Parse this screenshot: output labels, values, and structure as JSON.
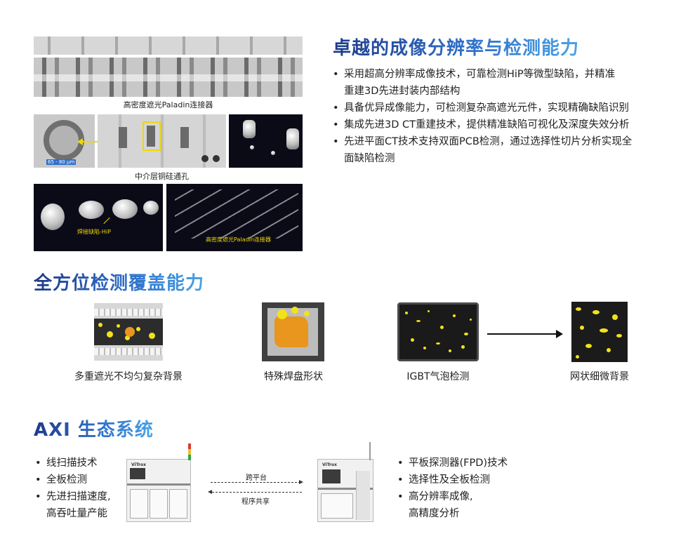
{
  "section1": {
    "title": "卓越的成像分辨率与检测能力",
    "bullets": [
      "采用超高分辨率成像技术，可靠检测HiP等微型缺陷，并精准重建3D先进封装内部结构",
      "具备优异成像能力，可检测复杂高遮光元件，实现精确缺陷识别",
      "集成先进3D CT重建技术，提供精准缺陷可视化及深度失效分析",
      "先进平面CT技术支持双面PCB检测，通过选择性切片分析实现全面缺陷检测"
    ],
    "bullet1_line1": "采用超高分辨率成像技术，可靠检测HiP等微型缺陷，并精准",
    "bullet1_line2": "重建3D先进封装内部结构",
    "bullet4_line1": "先进平面CT技术支持双面PCB检测，通过选择性切片分析实现全",
    "bullet4_line2": "面缺陷检测",
    "captions": {
      "connector": "高密度遮光Paladin连接器",
      "tsv": "中介层铜硅通孔",
      "hip_label": "焊接缺陷-HiP",
      "connector_dark": "高密度遮光Paladin连接器",
      "ring_scale": "65 - 80 μm"
    }
  },
  "section2": {
    "title": "全方位检测覆盖能力",
    "items": [
      {
        "label": "多重遮光不均匀复杂背景"
      },
      {
        "label": "特殊焊盘形状"
      },
      {
        "label": "IGBT气泡检测"
      },
      {
        "label": "网状细微背景"
      }
    ]
  },
  "section3": {
    "title": "AXI 生态系统",
    "left_bullets": [
      "线扫描技术",
      "全板检测",
      "先进扫描速度,",
      "高吞吐量产能"
    ],
    "right_bullets": [
      "平板探测器(FPD)技术",
      "选择性及全板检测",
      "高分辨率成像,",
      "高精度分析"
    ],
    "arrow_top": "跨平台",
    "arrow_bottom": "程序共享",
    "machine_left_brand": "ViTrox",
    "machine_right_brand": "ViTrox"
  },
  "colors": {
    "title_start": "#1e3a8a",
    "title_end": "#4aa3e6",
    "defect_yellow": "#f2e21a",
    "void_orange": "#e8961e"
  }
}
